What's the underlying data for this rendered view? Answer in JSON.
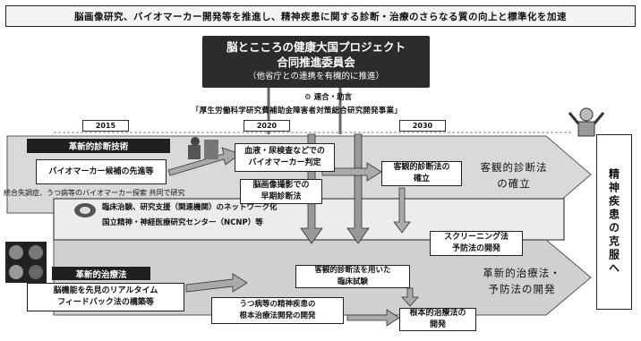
{
  "banner": "脳画像研究、バイオマーカー開発等を推進し、精神疾患に関する診断・治療のさらなる質の向上と標準化を加速",
  "headquarters": {
    "line1": "脳とこころの健康大国プロジェクト",
    "line2": "合同推進委員会",
    "line3": "（他省庁との連携を有機的に推進）"
  },
  "cooperation": "連合・助言",
  "project_label": "「厚生労働科学研究費補助金障害者対策総合研究開発事業」",
  "years": [
    "2015",
    "2020",
    "2030"
  ],
  "upper": {
    "category": "革新的診断技術",
    "box": "バイオマーカー候補の先進等",
    "note": "統合失調症、うつ病等のバイオマーカー探索 共同で研究"
  },
  "middle_boxes": {
    "biomarker": "血液・尿検査などでの\nバイオマーカー判定",
    "early": "脳画像撮影での\n早期診断法",
    "objective": "客観的診断法の\n確立"
  },
  "upper_goal": "客観的診断法\nの確立",
  "network": {
    "line1": "臨床治験、研究支援（関連機関）のネットワーク化",
    "line2": "国立精神・神経医療研究センター（NCNP）等"
  },
  "screening": "スクリーニング法\n予防法の開発",
  "lower": {
    "category": "革新的治療法",
    "box": "脳機能を先見のリアルタイム\nフィードバック法の構築等",
    "clinical": "客観的診断法を用いた\n臨床試験",
    "depression": "うつ病等の精神疾患の\n根本治療法開発の開発",
    "radical": "根本的治療法の\n開発"
  },
  "lower_goal": "革新的治療法・\n予防法の開発",
  "final": "精神疾患の克服へ",
  "icons": [
    "brain-scan-icon",
    "person-icon",
    "lab-instrument-icon",
    "network-icon"
  ]
}
